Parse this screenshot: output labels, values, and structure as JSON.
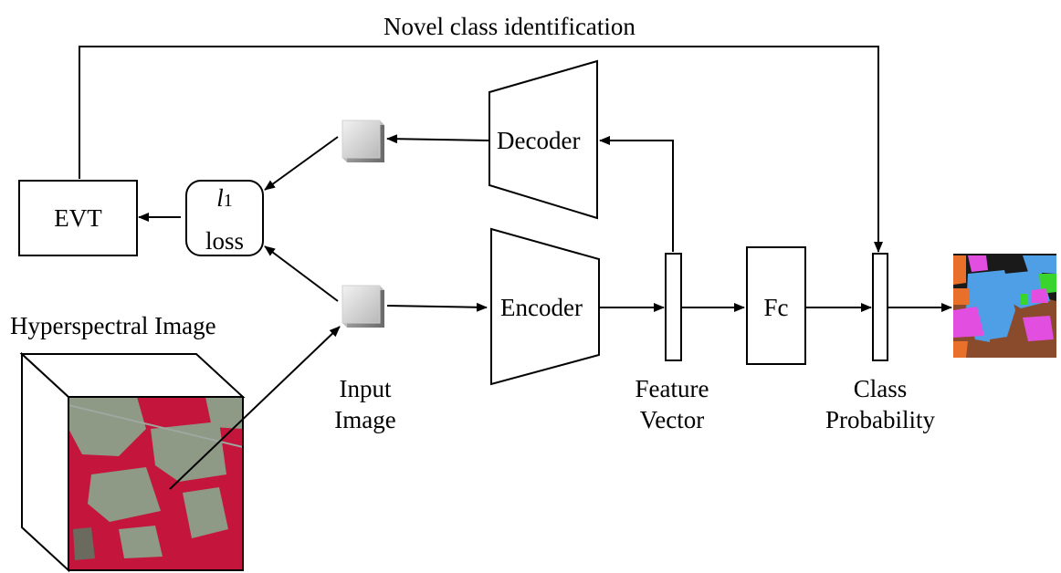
{
  "title": "Novel class identification",
  "blocks": {
    "evt": "EVT",
    "loss_symbol": "l",
    "loss_subscript": "1",
    "loss_word": "loss",
    "decoder": "Decoder",
    "encoder": "Encoder",
    "fc": "Fc"
  },
  "labels": {
    "hyperspectral": "Hyperspectral Image",
    "input_line1": "Input",
    "input_line2": "Image",
    "feature_line1": "Feature",
    "feature_line2": "Vector",
    "class_line1": "Class",
    "class_line2": "Probability"
  },
  "colors": {
    "stroke": "#000000",
    "hsi_red": "#c4163c",
    "hsi_gray": "#8e9a86",
    "seg_brown": "#8a4a2c",
    "seg_blue": "#4f9fe6",
    "seg_magenta": "#e24fe0",
    "seg_green": "#39d42c",
    "seg_orange": "#e8702a"
  }
}
